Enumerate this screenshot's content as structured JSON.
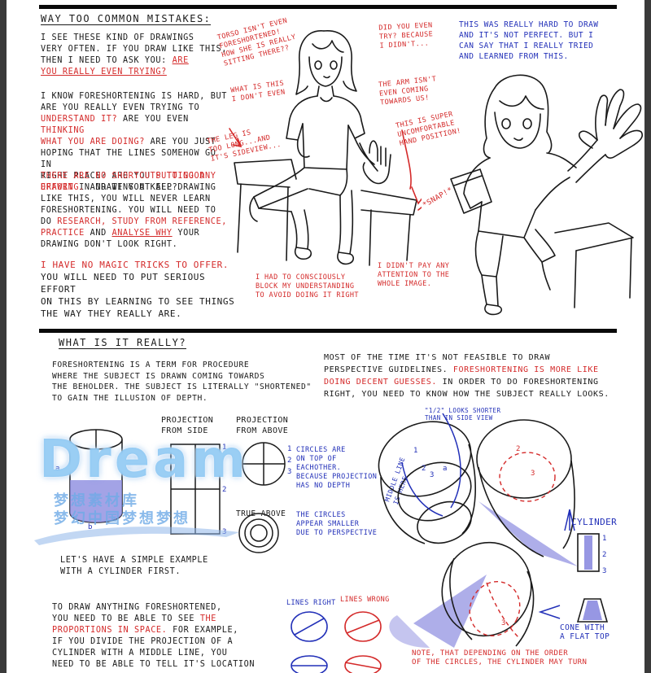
{
  "section1": {
    "heading": "Way too common mistakes:",
    "intro_black": "I see these kind of drawings\nvery often. If you draw like this,\nthen I need to ask you:",
    "intro_red": "Are\nyou really even trying?",
    "p2_a": "I know foreshortening is hard, but\nare you really even trying to",
    "p2_b": "understand it?",
    "p2_c": "Are you even",
    "p2_d": "thinking\nwhat you are doing?",
    "p2_e": "Are you just\nhoping that the lines somehow go in\nright place? Are you",
    "p2_f": "putting any\neffort",
    "p2_g": "in drawing at all?",
    "p3_a": "There are no shortcuts to good\ndrawing.",
    "p3_b": "And if you keep drawing\nlike this, you will never learn\nforeshortening. You will need to\ndo",
    "p3_c": "research, study from reference,\npractice",
    "p3_d": "and",
    "p3_e": "analyse why",
    "p3_f": "your\ndrawing don't look right.",
    "p4_red": "I have no magic tricks to offer.",
    "p4_black": "You will need to put serious effort\non this by learning to see things\nthe way they really are.",
    "notes": {
      "torso": "Torso isn't even\nforeshortened!\nHow she is really\nsitting there??",
      "what_is": "What is this\nI don't even",
      "leg": "The leg is\ntoo long...and\nit's sideview...",
      "did_you": "Did you even\ntry? Because\nI didn't...",
      "arm": "The arm isn't\neven coming\ntowards us!",
      "hand": "This is super\nuncomfortable\nhand position!",
      "snap": "*snap!*",
      "consciously": "I had to consciously\nblock my understanding\nto avoid doing it right",
      "attention": "I didn't pay any\nattention to the\nwhole image.",
      "hard": "This was really hard to draw\nand it's not perfect. But I\ncan say that I really tried\nand learned from this."
    }
  },
  "section2": {
    "heading": "What is it really?",
    "def": "Foreshortening is a term for procedure\nwhere the subject is drawn coming towards\nthe beholder. The subject is literally \"shortened\"\nto gain the illusion of depth.",
    "right_a": "Most of the time it's not feasible to draw\nperspective guidelines.",
    "right_b": "Foreshortening is more like\ndoing decent guesses.",
    "right_c": "In order to do foreshortening\nright, you need to know how the subject really looks.",
    "proj_side": "Projection\nfrom side",
    "proj_above": "Projection\nfrom above",
    "circles_note": "Circles are\non top of\neachother.\nBecause projection\nhas no depth",
    "true_above": "True above",
    "circles_appear": "The circles\nappear smaller\ndue to perspective",
    "simple": "Let's have a simple example\nwith a cylinder first.",
    "bottom_a": "To draw anything foreshortened,\nyou need to be able to see",
    "bottom_b": "the\nproportions in space.",
    "bottom_c": "For example,\nif you divide the projection of a\ncylinder with a middle line, you\nneed to be able to tell it's location",
    "lines_right": "Lines right",
    "lines_wrong": "Lines wrong",
    "half_looks": "\"1/2\" looks shorter\nthan in side view",
    "middle_line": "Middle line\nis here",
    "cylinder": "Cylinder",
    "cone": "Cone with\na flat top",
    "note_order": "Note, that depending on the order\nof the circles, the cylinder may turn",
    "n1": "1",
    "n2": "2",
    "n3": "3",
    "na": "a",
    "nb": "b"
  },
  "watermark": {
    "title": "Dream",
    "sub": "梦想素材库\n梦幻中国梦想梦想"
  },
  "colors": {
    "red": "#d42a2a",
    "blue": "#2230b8",
    "shade": "#8c8ce0"
  }
}
